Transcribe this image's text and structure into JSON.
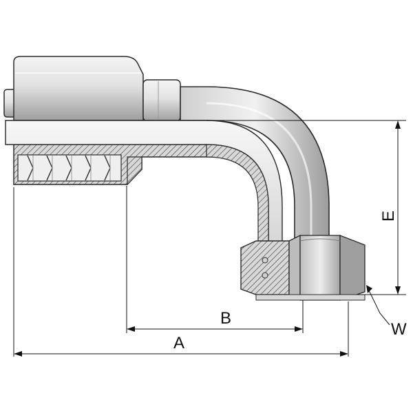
{
  "dimensions": {
    "a": "A",
    "b": "B",
    "e": "E",
    "w": "W"
  },
  "colors": {
    "metal_light": "#e9e9e9",
    "metal_mid": "#c9c9c9",
    "metal_dark": "#8a8a8a",
    "outline": "#2a2a2a",
    "hatch": "#3a3a3a",
    "dimension_line": "#111111"
  }
}
